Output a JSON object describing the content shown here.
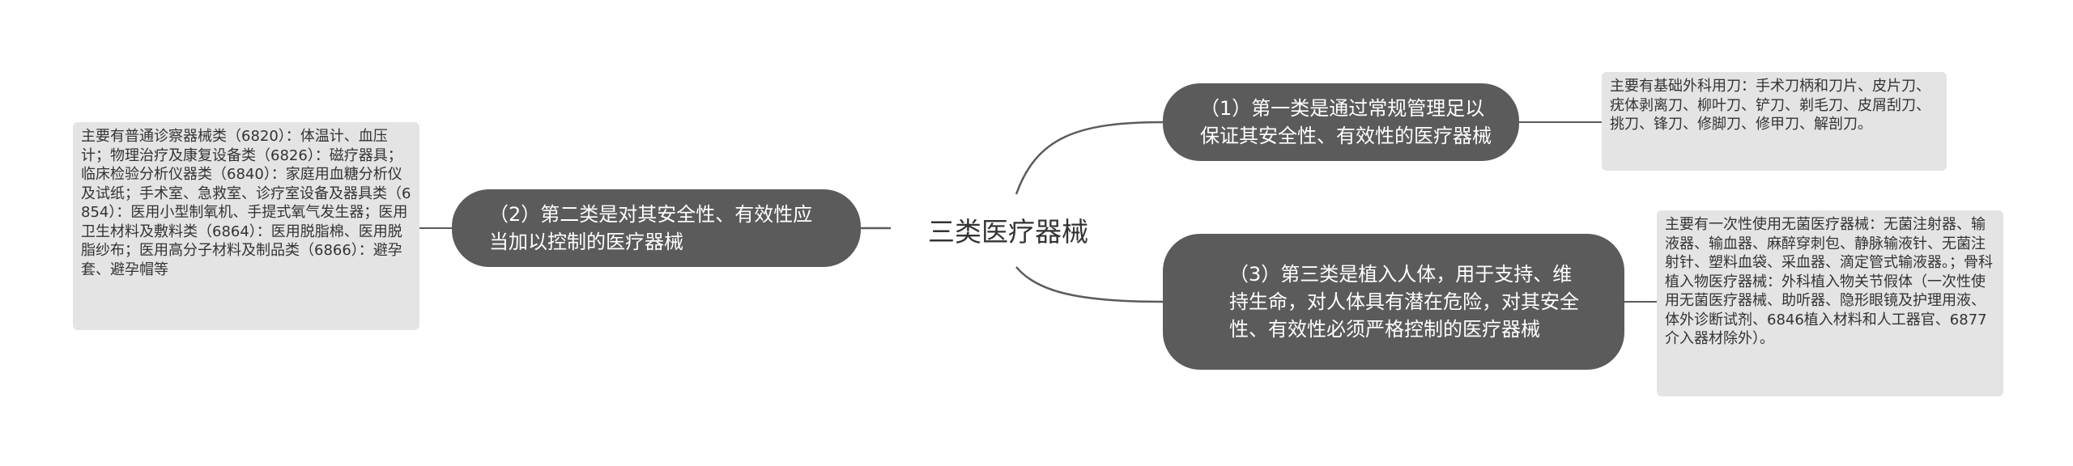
{
  "mindmap": {
    "root": {
      "label": "三类医疗器械"
    },
    "branches": [
      {
        "label": "（1）第一类是通过常规管理足以保证其安全性、有效性的医疗器械",
        "note": "主要有基础外科用刀：手术刀柄和刀片、皮片刀、疣体剥离刀、柳叶刀、铲刀、剃毛刀、皮屑刮刀、挑刀、锋刀、修脚刀、修甲刀、解剖刀。"
      },
      {
        "label": "（2）第二类是对其安全性、有效性应当加以控制的医疗器械",
        "note": "主要有普通诊察器械类（6820）：体温计、血压计；物理治疗及康复设备类（6826）：磁疗器具；临床检验分析仪器类（6840）：家庭用血糖分析仪及试纸；手术室、急救室、诊疗室设备及器具类（6854）：医用小型制氧机、手提式氧气发生器；医用卫生材料及敷料类（6864）：医用脱脂棉、医用脱脂纱布；医用高分子材料及制品类（6866）：避孕套、避孕帽等"
      },
      {
        "label": "（3）第三类是植入人体，用于支持、维持生命，对人体具有潜在危险，对其安全性、有效性必须严格控制的医疗器械",
        "note": "主要有一次性使用无菌医疗器械：无菌注射器、输液器、输血器、麻醉穿刺包、静脉输液针、无菌注射针、塑料血袋、采血器、滴定管式输液器。；骨科植入物医疗器械：外科植入物关节假体（一次性使用无菌医疗器械、助听器、隐形眼镜及护理用液、体外诊断试剂、6846植入材料和人工器官、6877介入器材除外）。"
      }
    ],
    "colors": {
      "branch_fill": "#5b5b5b",
      "note_fill": "#e4e4e4",
      "line": "#5b5b5b",
      "root_text": "#333333"
    }
  }
}
